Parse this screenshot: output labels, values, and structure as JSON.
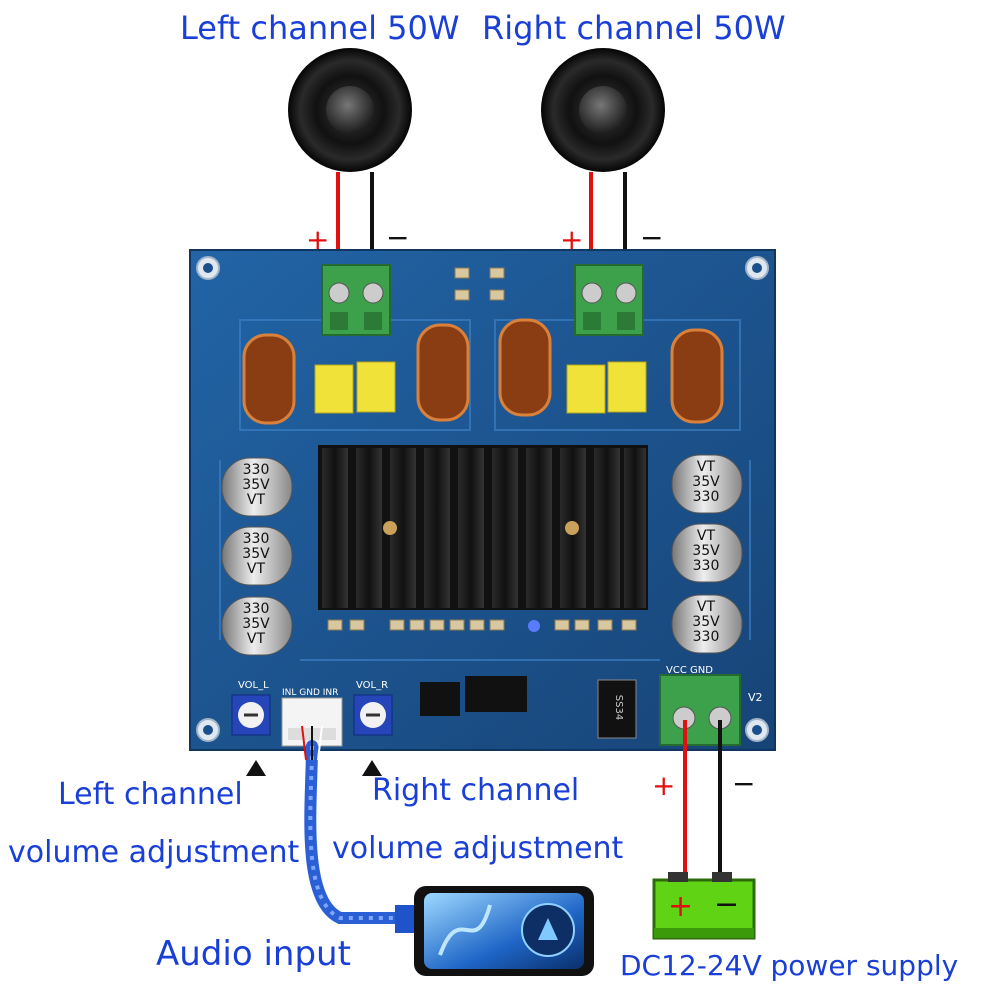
{
  "labels": {
    "left_channel_power": "Left channel 50W",
    "right_channel_power": "Right channel 50W",
    "left_volume_line1": "Left channel",
    "left_volume_line2": "volume adjustment",
    "right_volume_line1": "Right channel",
    "right_volume_line2": "volume adjustment",
    "audio_input": "Audio input",
    "power_supply": "DC12-24V power supply"
  },
  "polarity": {
    "plus": "+",
    "minus": "−"
  },
  "board": {
    "capacitor_left": [
      "330",
      "35V",
      "VT"
    ],
    "capacitor_right": [
      "VT",
      "35V",
      "330"
    ],
    "pot_label_left": "VOL_L",
    "pot_label_right": "VOL_R",
    "input_header": "INL GND INR",
    "power_header": "VCC GND",
    "board_version": "V2",
    "ic_mark": "SS34"
  },
  "colors": {
    "label_blue": "#1a3fd6",
    "pcb_blue": "#1b4f8a",
    "terminal_green": "#3ca14a",
    "wire_red": "#e01010",
    "battery_green": "#5fd314"
  }
}
